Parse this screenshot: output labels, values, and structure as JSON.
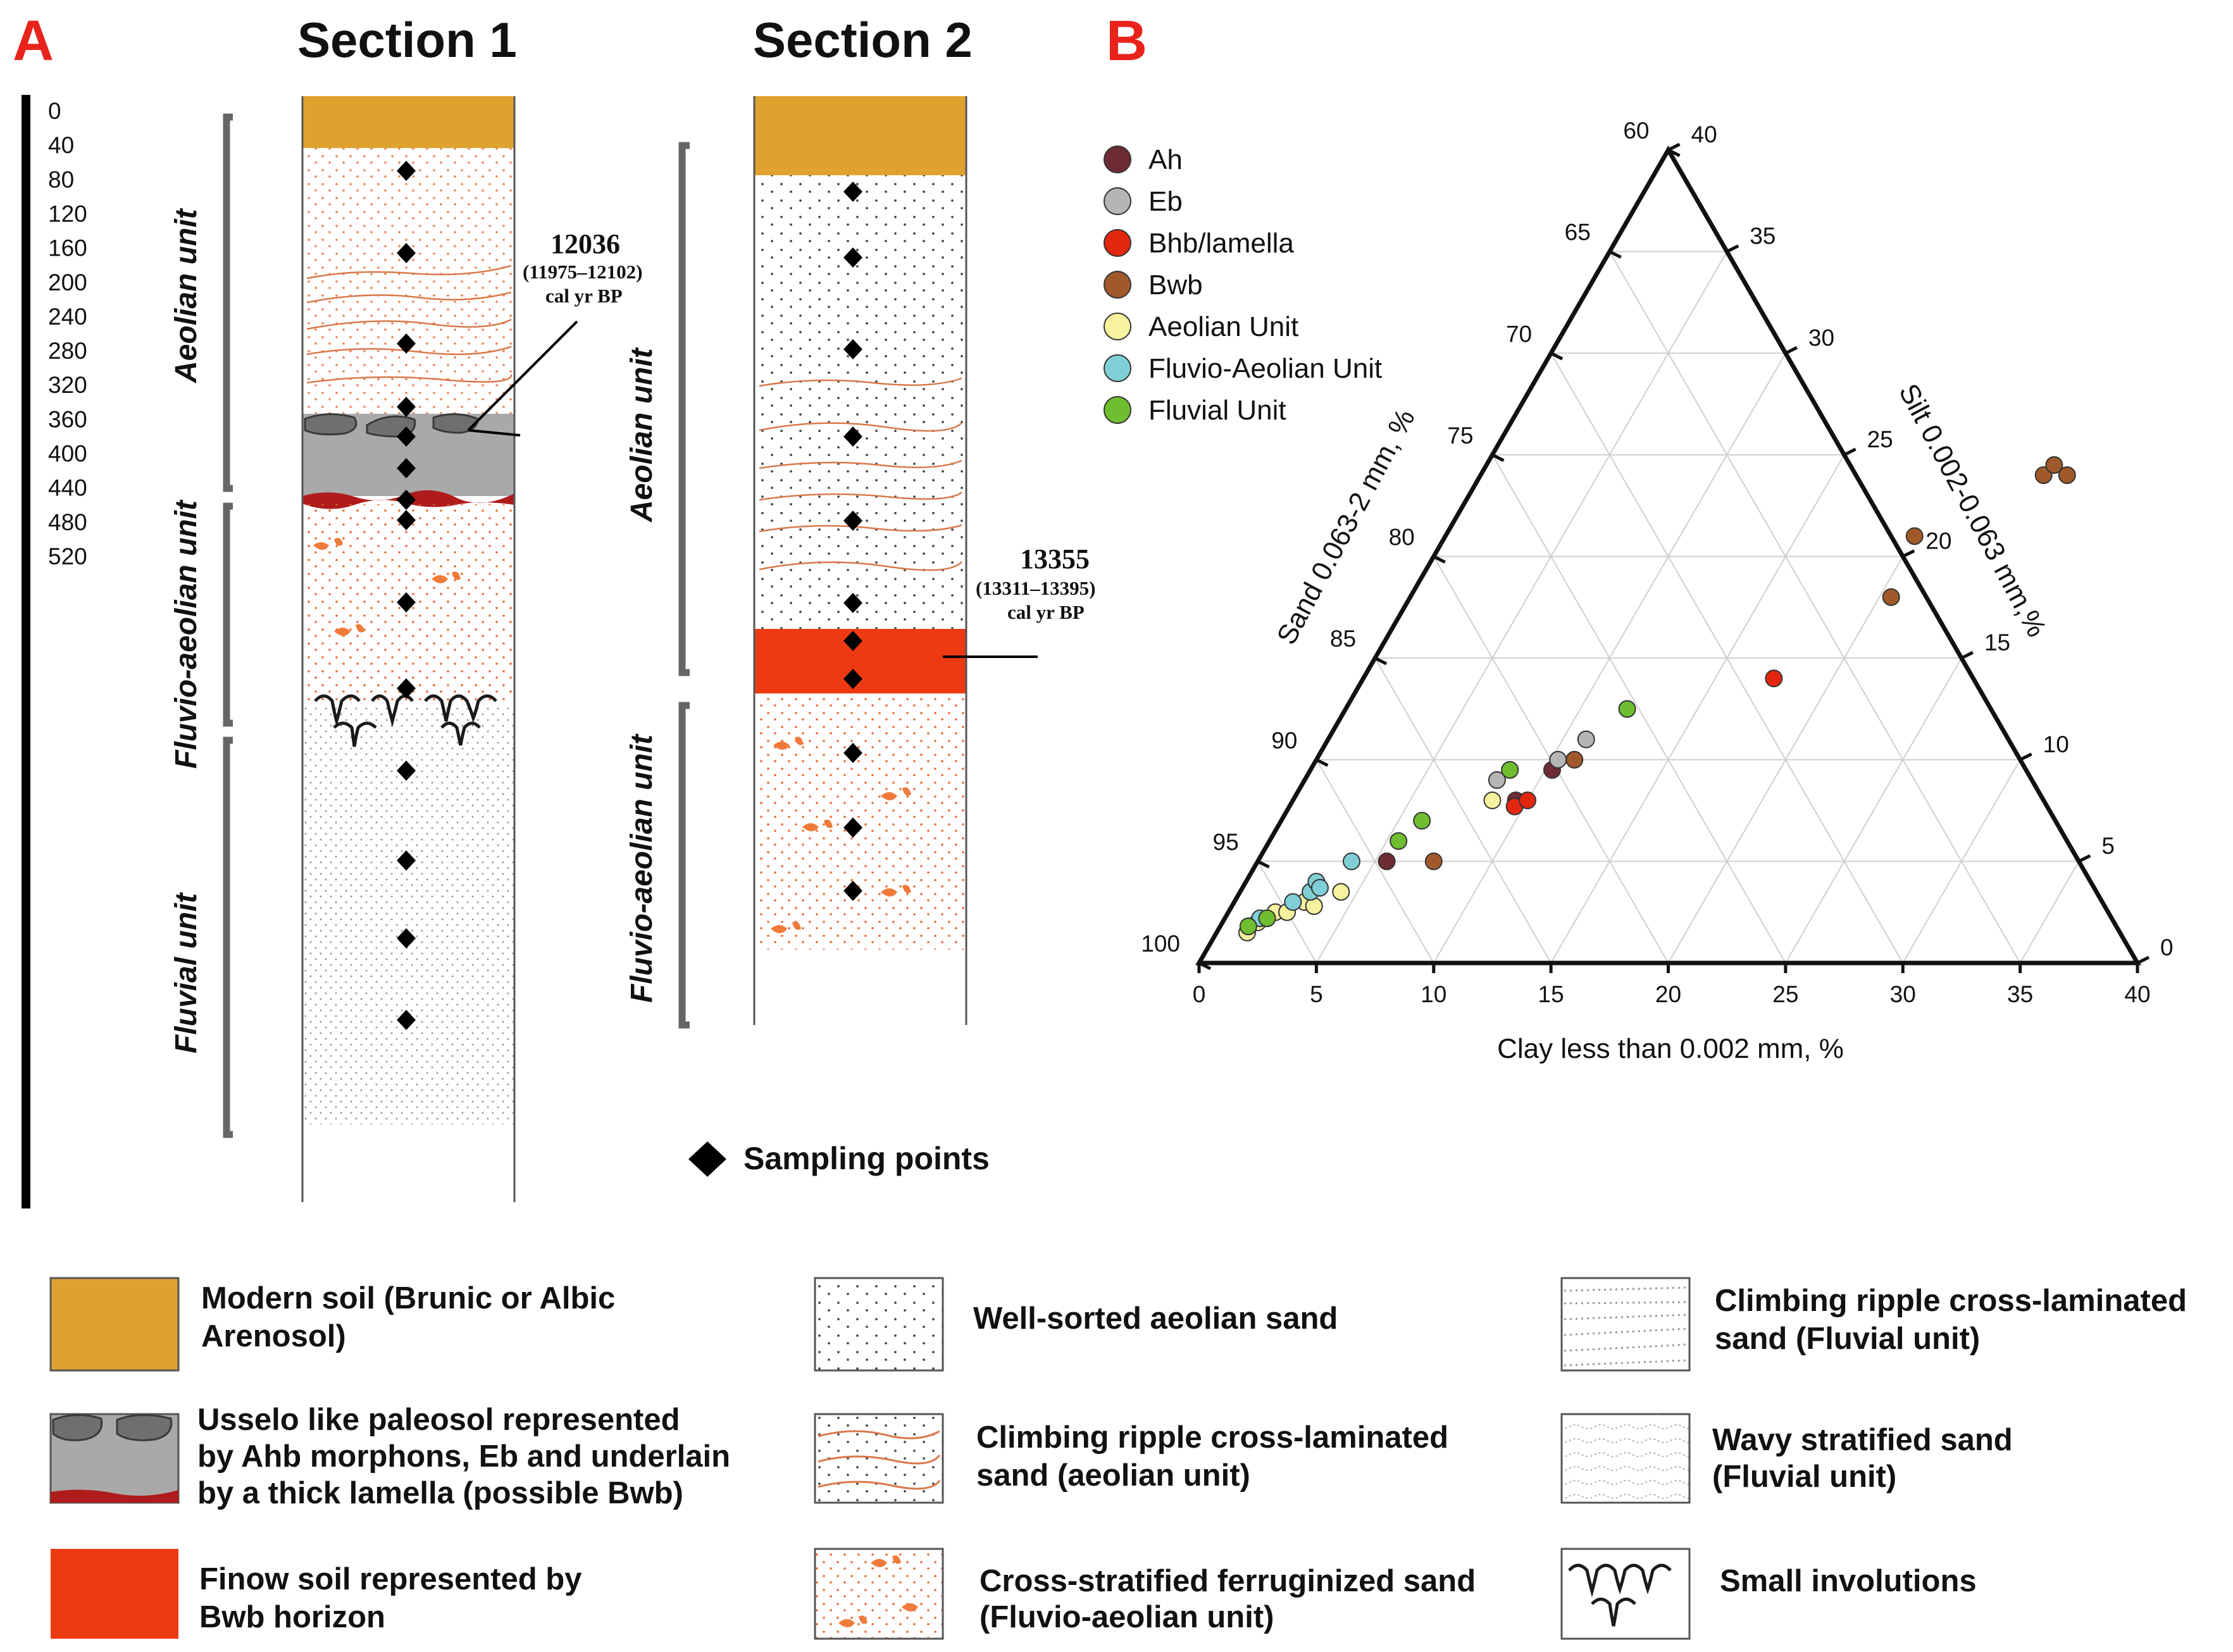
{
  "panel_a": {
    "label": "A",
    "section1_title": "Section 1",
    "section2_title": "Section 2",
    "depth_ticks": [
      "0",
      "40",
      "80",
      "120",
      "160",
      "200",
      "240",
      "280",
      "320",
      "360",
      "400",
      "440",
      "480",
      "520"
    ],
    "section1_units": [
      "Aeolian unit",
      "Fluvio-aeolian unit",
      "Fluvial unit"
    ],
    "section2_units": [
      "Aeolian unit",
      "Fluvio-aeolian unit"
    ],
    "date1": {
      "age": "12036",
      "range": "(11975–12102)",
      "unit": "cal yr BP"
    },
    "date2": {
      "age": "13355",
      "range": "(13311–13395)",
      "unit": "cal yr BP"
    },
    "sampling_label": "Sampling points"
  },
  "legend": {
    "items": [
      {
        "line1": "Modern soil (Brunic or Albic",
        "line2": "Arenosol)",
        "line3": ""
      },
      {
        "line1": "Usselo like paleosol represented",
        "line2": "by Ahb morphons, Eb and underlain",
        "line3": "by a thick lamella (possible Bwb)"
      },
      {
        "line1": "Finow soil represented by",
        "line2": "Bwb horizon",
        "line3": ""
      },
      {
        "line1": "Well-sorted aeolian sand",
        "line2": "",
        "line3": ""
      },
      {
        "line1": "Climbing ripple cross-laminated",
        "line2": "sand (aeolian unit)",
        "line3": ""
      },
      {
        "line1": "Cross-stratified ferruginized sand",
        "line2": "(Fluvio-aeolian unit)",
        "line3": ""
      },
      {
        "line1": "Climbing ripple cross-laminated",
        "line2": "sand (Fluvial unit)",
        "line3": ""
      },
      {
        "line1": "Wavy stratified sand",
        "line2": "(Fluvial unit)",
        "line3": ""
      },
      {
        "line1": "Small involutions",
        "line2": "",
        "line3": ""
      }
    ],
    "colors": {
      "modern_soil": "#e0a22e",
      "paleosol": "#a9a9a9",
      "lamella": "#b01c1c",
      "finow": "#ee3a12",
      "ferruginized": "#f07a3a"
    }
  },
  "chart_data": {
    "type": "ternary-scatter",
    "panel_label": "B",
    "bottom_axis": {
      "label": "Clay less than 0.002 mm, %",
      "min": 0,
      "max": 40,
      "ticks": [
        "0",
        "5",
        "10",
        "15",
        "20",
        "25",
        "30",
        "35",
        "40"
      ]
    },
    "left_axis": {
      "label": "Sand 0.063-2 mm, %",
      "min": 60,
      "max": 100,
      "ticks": [
        "100",
        "95",
        "90",
        "85",
        "80",
        "75",
        "70",
        "65",
        "60"
      ]
    },
    "right_axis": {
      "label": "Silt 0.002-0.063 mm,%",
      "min": 0,
      "max": 40,
      "ticks": [
        "0",
        "5",
        "10",
        "15",
        "20",
        "25",
        "30",
        "35",
        "40"
      ]
    },
    "grid": true,
    "legend_position": "top-left",
    "series": [
      {
        "name": "Ah",
        "color": "#6e2b33",
        "points": [
          [
            5.5,
            5
          ],
          [
            9.5,
            8
          ],
          [
            10.3,
            9.5
          ]
        ]
      },
      {
        "name": "Eb",
        "color": "#b5b5b5",
        "points": [
          [
            8.2,
            9
          ],
          [
            11,
            11
          ],
          [
            10.3,
            10
          ]
        ]
      },
      {
        "name": "Bhb/lamella",
        "color": "#e3270f",
        "points": [
          [
            9.6,
            7.7
          ],
          [
            10,
            8
          ],
          [
            17.5,
            14
          ]
        ]
      },
      {
        "name": "Bwb",
        "color": "#a0592a",
        "points": [
          [
            7.5,
            5
          ],
          [
            11,
            10
          ],
          [
            20.5,
            18
          ],
          [
            20,
            21
          ],
          [
            24,
            24
          ],
          [
            25,
            24
          ],
          [
            24.2,
            24.5
          ]
        ]
      },
      {
        "name": "Aeolian Unit",
        "color": "#f7f29e",
        "points": [
          [
            1.3,
            1.5
          ],
          [
            1.5,
            2
          ],
          [
            2,
            2.5
          ],
          [
            2.5,
            2.5
          ],
          [
            3,
            3
          ],
          [
            3.5,
            2.8
          ],
          [
            4.3,
            3.5
          ],
          [
            8.5,
            8
          ]
        ]
      },
      {
        "name": "Fluvio-Aeolian Unit",
        "color": "#80cfd6",
        "points": [
          [
            1.5,
            2.2
          ],
          [
            2.5,
            3
          ],
          [
            3,
            3.5
          ],
          [
            3,
            4
          ],
          [
            4,
            5
          ],
          [
            3.3,
            3.7
          ]
        ]
      },
      {
        "name": "Fluvial Unit",
        "color": "#6fbe30",
        "points": [
          [
            1.2,
            1.8
          ],
          [
            1.8,
            2.2
          ],
          [
            5.5,
            6
          ],
          [
            6,
            7
          ],
          [
            8.5,
            9.5
          ],
          [
            12,
            12.5
          ]
        ]
      }
    ]
  }
}
